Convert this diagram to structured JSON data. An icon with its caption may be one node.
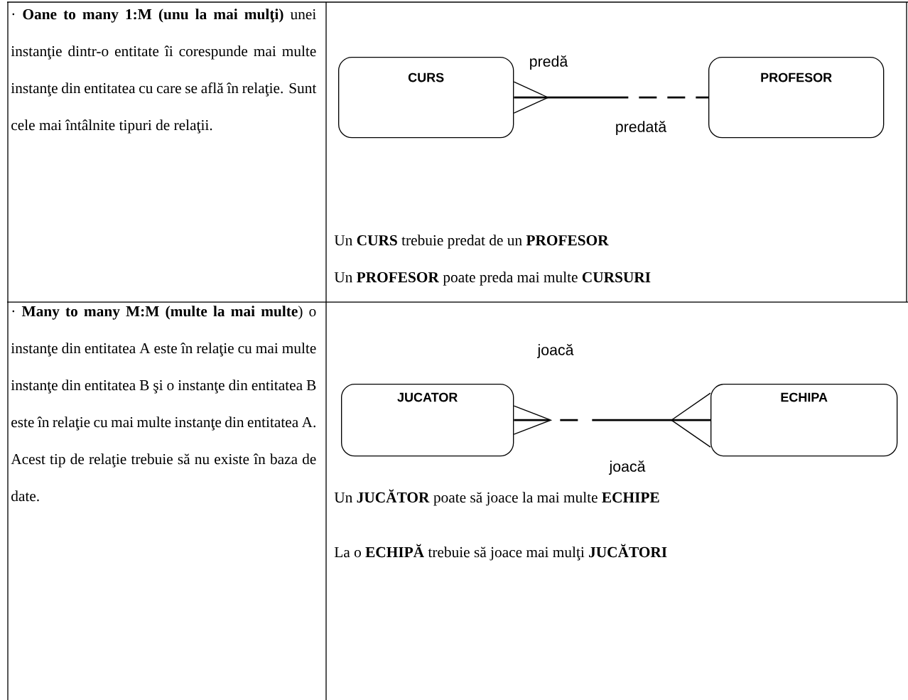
{
  "diagram": {
    "nodes": [
      {
        "text": [
          "CURS"
        ]
      },
      {
        "text": [
          "PROFESOR"
        ]
      },
      {
        "text": [
          "JUCATOR"
        ]
      },
      {
        "text": [
          "ECHIPA"
        ]
      }
    ],
    "edges": [
      {
        "from": 0,
        "to": 1,
        "arrow": "other",
        "style": "dashed",
        "label": "predă"
      },
      {
        "from": 2,
        "to": 3,
        "arrow": "other",
        "style": "dashed",
        "label": "joacă"
      }
    ],
    "labels": [
      "· **Oane to many 1:M (unu la mai mulţi)** unei instanţie dintr-o entitate îi corespunde mai multe instanţe din entitatea cu care se află în relaţie. Sunt cele mai întâlnite tipuri de relaţii.",
      "predată",
      "Un **CURS** trebuie predat de un **PROFESOR**",
      "Un **PROFESOR** poate preda mai multe **CURSURI**",
      "· **Many to many M:M (multe la mai multe**) o instanţe din entitatea A este în relaţie cu mai multe instanţe din entitatea B şi o instanţe din entitatea B este în relaţie cu mai multe instanţe din entitatea A. Acest tip de relaţie trebuie să nu existe în baza de date.",
      "joacă",
      "Un **JUCĂTOR** poate să joace la mai multe **ECHIPE**",
      "La o **ECHIPĂ** trebuie să joace mai mulţi **JUCĂTORI**"
    ]
  }
}
